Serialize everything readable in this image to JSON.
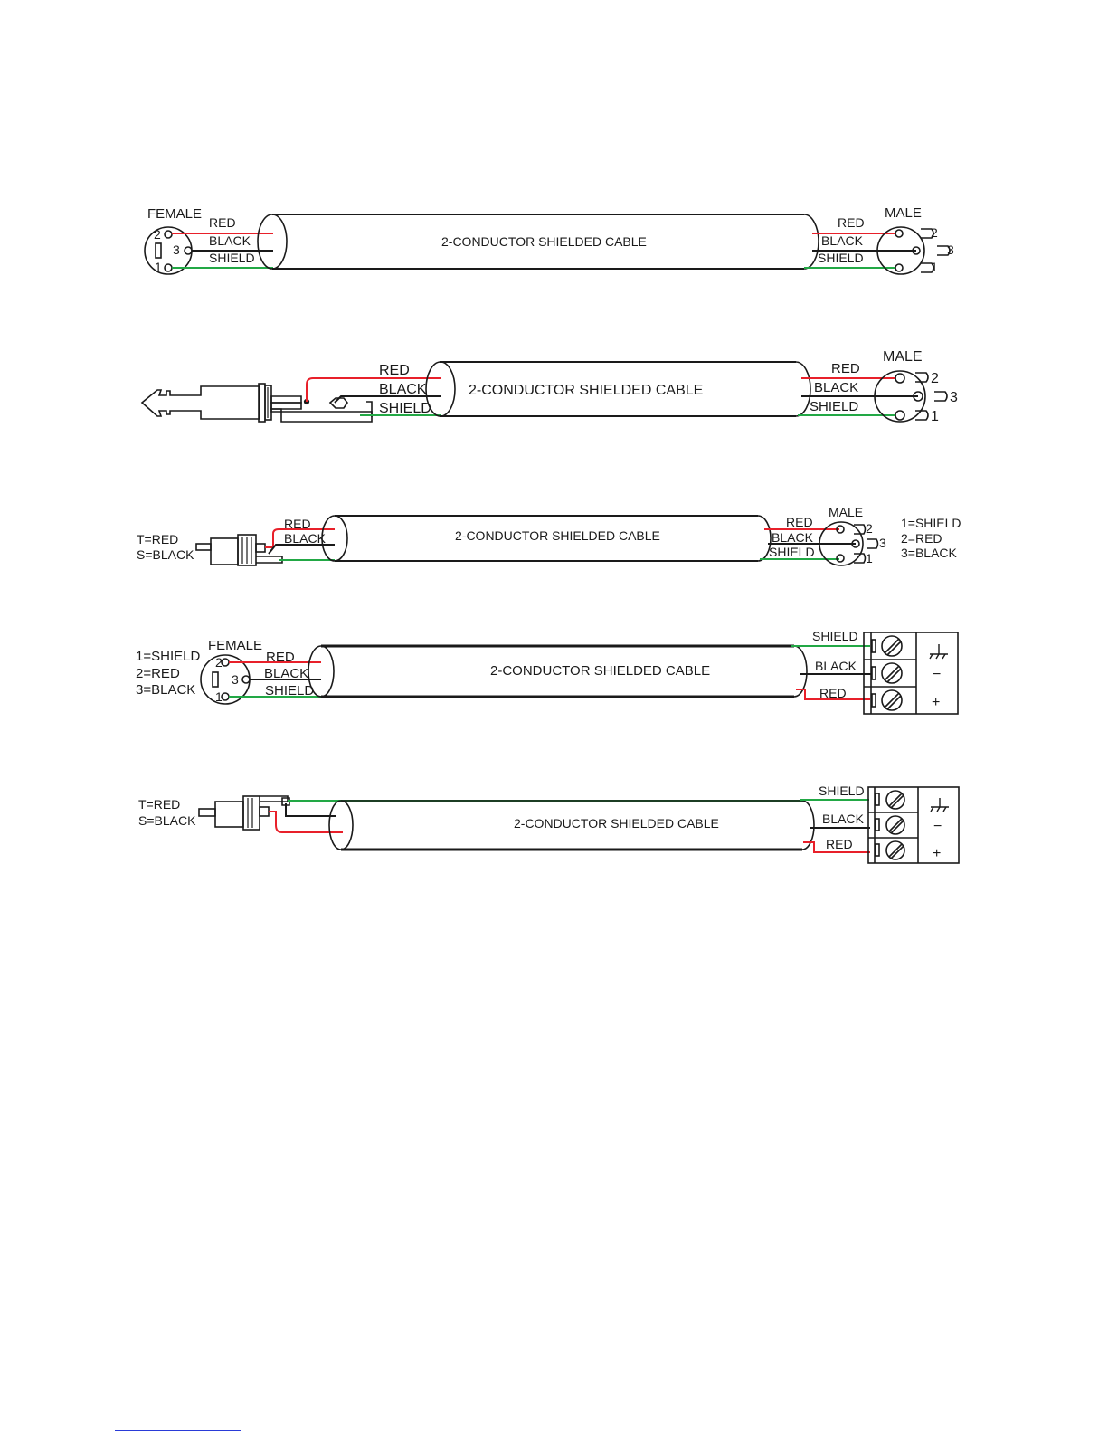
{
  "diagrams": [
    {
      "left_label": "FEMALE",
      "left_pins": [
        "2",
        "3",
        "1"
      ],
      "wires_left": [
        "RED",
        "BLACK",
        "SHIELD"
      ],
      "cable": "2-CONDUCTOR SHIELDED CABLE",
      "wires_right": [
        "RED",
        "BLACK",
        "SHIELD"
      ],
      "right_label": "MALE",
      "right_pins": [
        "2",
        "3",
        "1"
      ]
    },
    {
      "wires_left": [
        "RED",
        "BLACK",
        "SHIELD"
      ],
      "cable": "2-CONDUCTOR SHIELDED CABLE",
      "wires_right": [
        "RED",
        "BLACK",
        "SHIELD"
      ],
      "right_label": "MALE",
      "right_pins": [
        "2",
        "3",
        "1"
      ]
    },
    {
      "left_notes": [
        "T=RED",
        "S=BLACK"
      ],
      "wires_left": [
        "RED",
        "BLACK"
      ],
      "cable": "2-CONDUCTOR SHIELDED CABLE",
      "wires_right": [
        "RED",
        "BLACK",
        "SHIELD"
      ],
      "right_label": "MALE",
      "right_pins": [
        "2",
        "3",
        "1"
      ],
      "right_notes": [
        "1=SHIELD",
        "2=RED",
        "3=BLACK"
      ]
    },
    {
      "left_notes": [
        "1=SHIELD",
        "2=RED",
        "3=BLACK"
      ],
      "left_label": "FEMALE",
      "left_pins": [
        "2",
        "3",
        "1"
      ],
      "wires_left": [
        "RED",
        "BLACK",
        "SHIELD"
      ],
      "cable": "2-CONDUCTOR SHIELDED CABLE",
      "wires_right": [
        "SHIELD",
        "BLACK",
        "RED"
      ],
      "terminal_symbols": [
        "⏚",
        "−",
        "+"
      ]
    },
    {
      "left_notes": [
        "T=RED",
        "S=BLACK"
      ],
      "cable": "2-CONDUCTOR SHIELDED CABLE",
      "wires_right": [
        "SHIELD",
        "BLACK",
        "RED"
      ],
      "terminal_symbols": [
        "⏚",
        "−",
        "+"
      ]
    }
  ],
  "colors": {
    "red": "#e8202a",
    "green": "#22a845",
    "black": "#1a1a1a"
  }
}
